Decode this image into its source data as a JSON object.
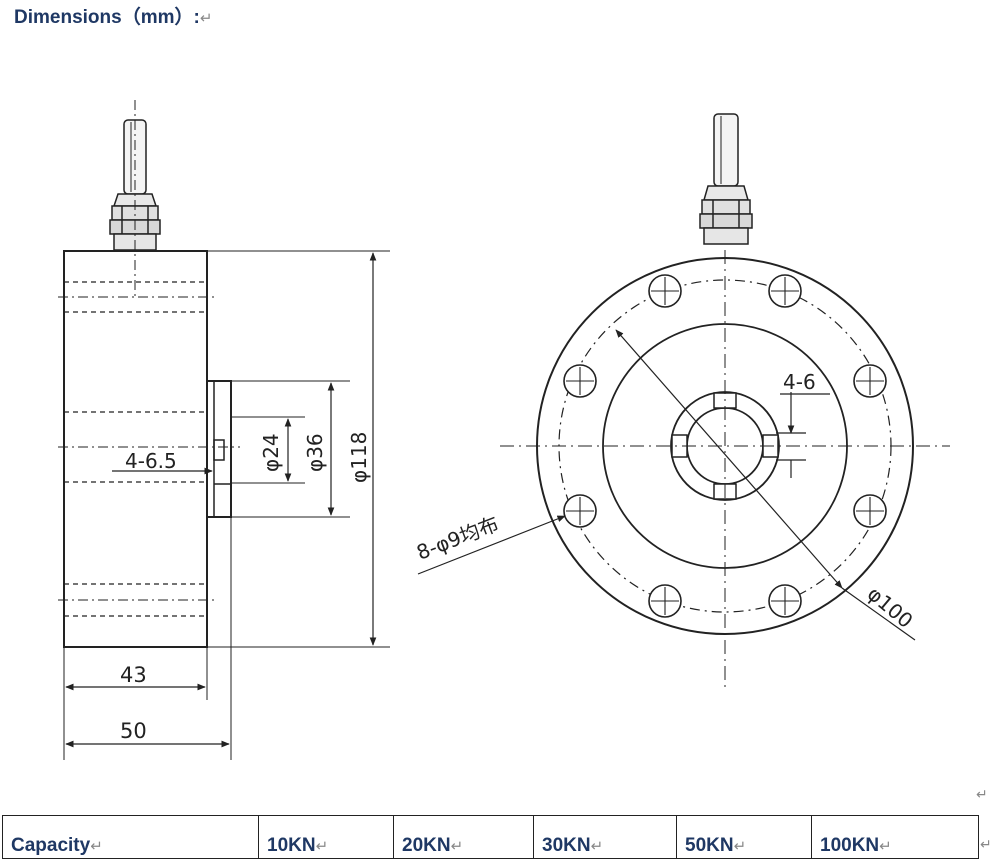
{
  "header": {
    "title": "Dimensions（mm）:",
    "return_mark": "↵"
  },
  "drawing": {
    "side_view": {
      "dim_outer_diameter": "φ118",
      "dim_boss_diameter": "φ36",
      "dim_hole_diameter": "φ24",
      "dim_thread": "4-6.5",
      "dim_body_width": "43",
      "dim_total_width": "50"
    },
    "front_view": {
      "dim_thread": "4-6",
      "dim_bolt_holes": "8-φ9均布",
      "dim_bolt_circle": "φ100"
    }
  },
  "table": {
    "return_mark": "↵",
    "cells": [
      "Capacity",
      "10KN",
      "20KN",
      "30KN",
      "50KN",
      "100KN"
    ]
  }
}
